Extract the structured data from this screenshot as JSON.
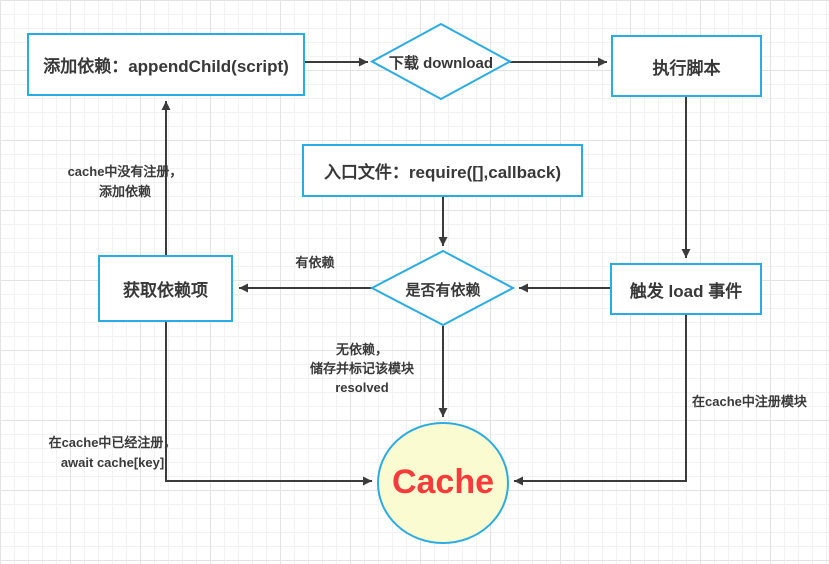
{
  "diagram": {
    "title": "require/cache module loading flowchart",
    "nodes": {
      "append_child": {
        "label": "添加依赖：appendChild(script)"
      },
      "download": {
        "label": "下载 download"
      },
      "execute_script": {
        "label": "执行脚本"
      },
      "entry_file": {
        "label": "入口文件：require([],callback)"
      },
      "has_deps": {
        "label": "是否有依赖"
      },
      "get_deps": {
        "label": "获取依赖项"
      },
      "load_event": {
        "label": "触发 load 事件"
      },
      "cache": {
        "label": "Cache"
      }
    },
    "edge_labels": {
      "has_dep": "有依赖",
      "no_dep": "无依赖，\n储存并标记该模块\nresolved",
      "not_registered": "cache中没有注册，\n添加依赖",
      "already_registered": "在cache中已经注册，\nawait cache[key]",
      "register_in_cache": "在cache中注册模块"
    },
    "colors": {
      "node_border": "#29ace4",
      "node_fill": "#ffffff",
      "cache_fill": "#fbfbd2",
      "cache_text": "#f73b3b",
      "arrow": "#3b3b3b",
      "label_text": "#3a3a3a",
      "grid_minor": "#f2f2f2",
      "grid_major": "#e3e3e3"
    }
  }
}
